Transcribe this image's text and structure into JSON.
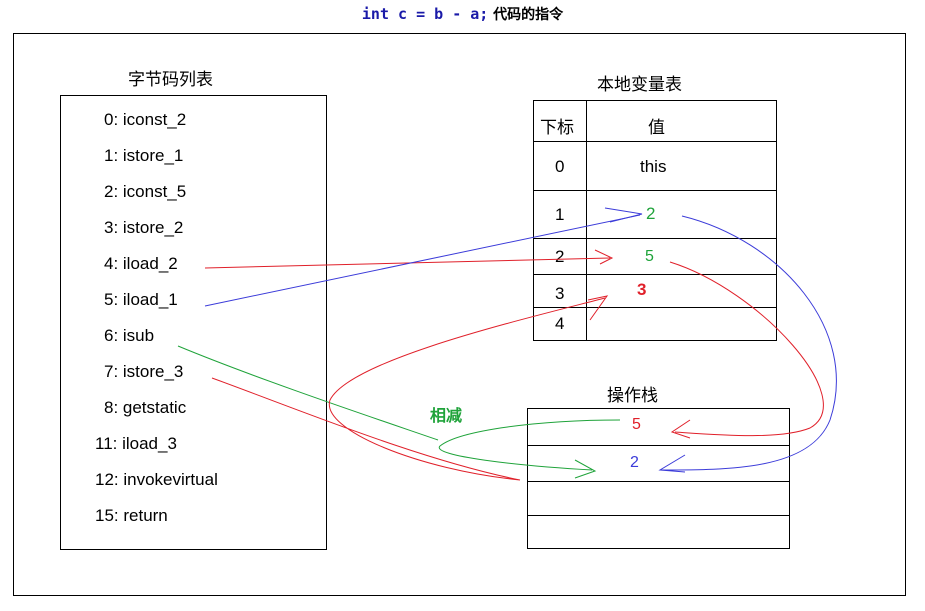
{
  "title": {
    "code": "int c = b - a;",
    "cn": "代码的指令"
  },
  "bytecode": {
    "heading": "字节码列表",
    "items": [
      "0: iconst_2",
      "1: istore_1",
      "2: iconst_5",
      "3: istore_2",
      "4: iload_2",
      "5: iload_1",
      "6: isub",
      "7: istore_3",
      "8: getstatic",
      "11: iload_3",
      "12: invokevirtual",
      "15: return"
    ]
  },
  "local_vars": {
    "heading": "本地变量表",
    "col_index": "下标",
    "col_value": "值",
    "rows": [
      {
        "index": "0",
        "value": "this"
      },
      {
        "index": "1",
        "value": "2"
      },
      {
        "index": "2",
        "value": "5"
      },
      {
        "index": "3",
        "value": "3"
      },
      {
        "index": "4",
        "value": ""
      }
    ]
  },
  "operand_stack": {
    "heading": "操作栈",
    "values": [
      "5",
      "2"
    ]
  },
  "annotation": {
    "subtract": "相减"
  },
  "colors": {
    "blue": "#3b3bd9",
    "red": "#e0202a",
    "green": "#1fa33a",
    "title_blue": "#1a1aa8"
  }
}
